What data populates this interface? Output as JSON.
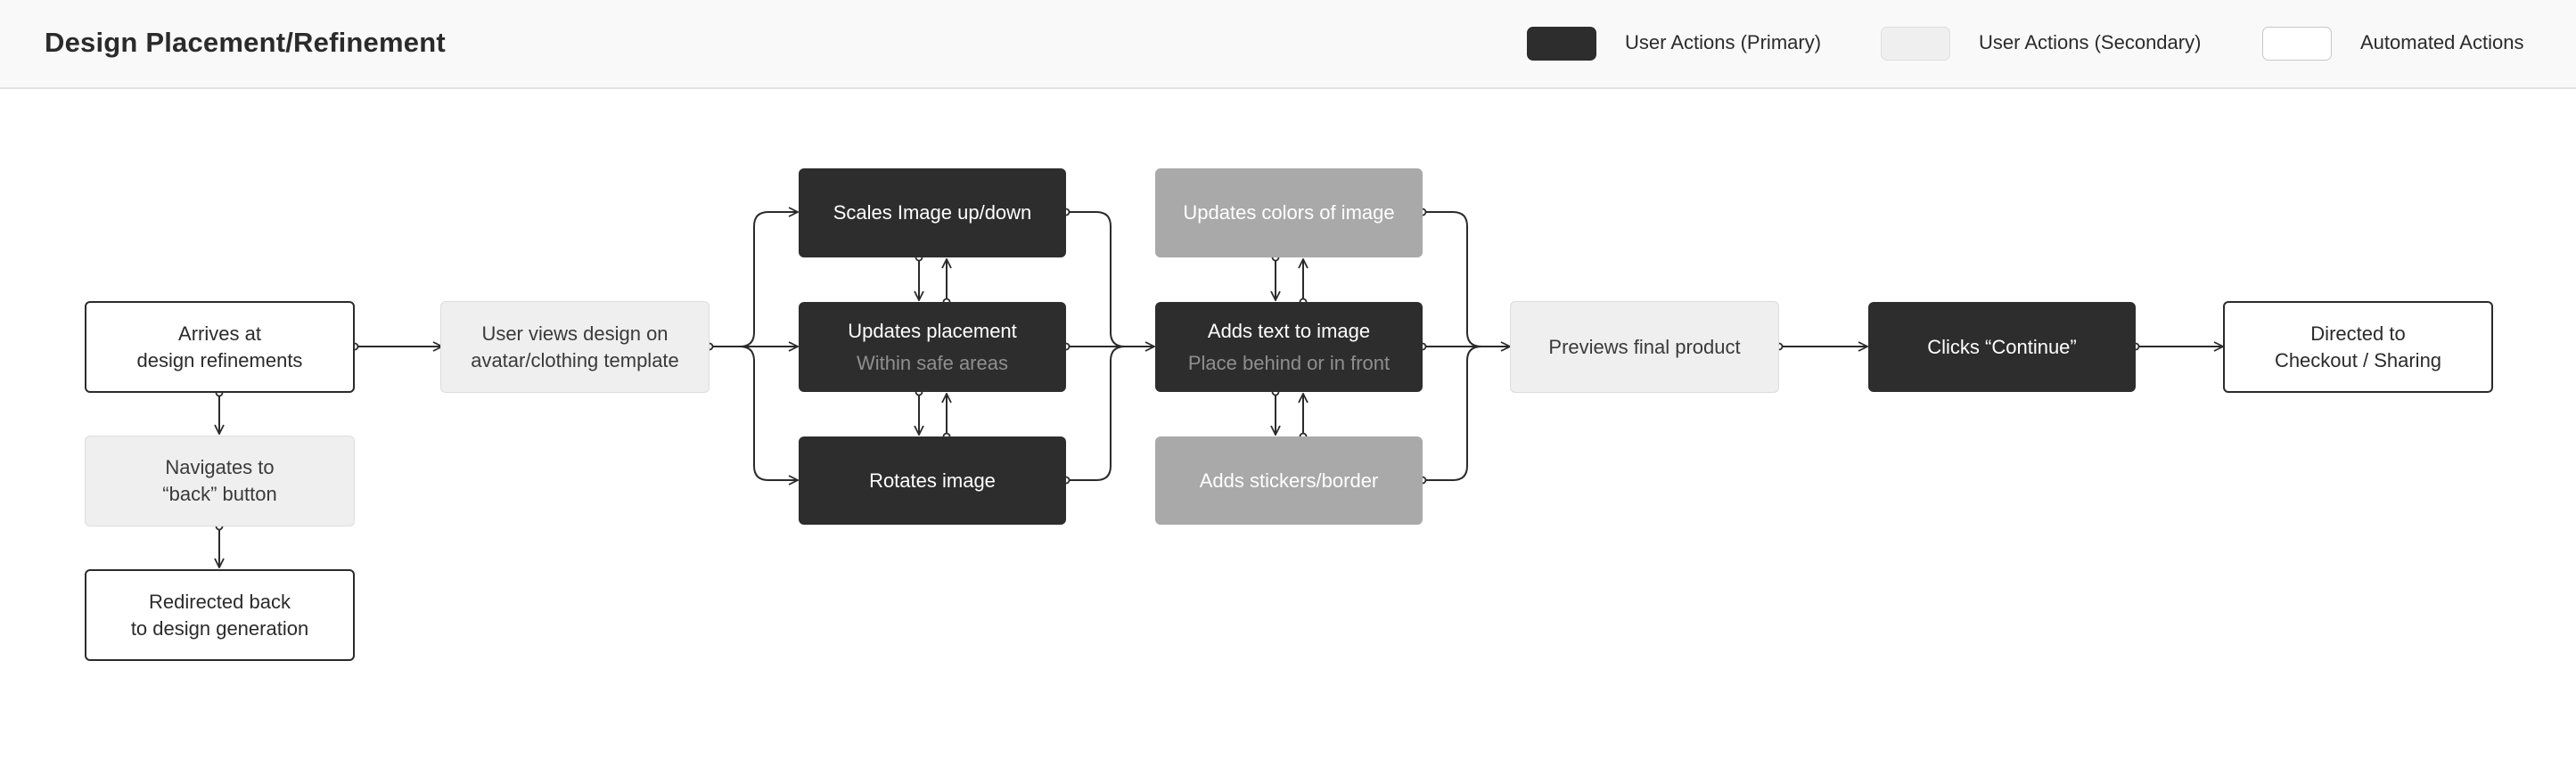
{
  "header": {
    "title": "Design Placement/Refinement",
    "legend": [
      {
        "label": "User Actions (Primary)",
        "color": "#2d2d2d"
      },
      {
        "label": "User Actions (Secondary)",
        "color": "#efefef"
      },
      {
        "label": "Automated Actions",
        "color": "#ffffff"
      }
    ]
  },
  "nodes": {
    "arrives": {
      "line1": "Arrives at",
      "line2": "design refinements"
    },
    "navigates_back": {
      "line1": "Navigates to",
      "line2": "“back” button"
    },
    "redirected_back": {
      "line1": "Redirected back",
      "line2": "to design generation"
    },
    "user_views": {
      "line1": "User views design on",
      "line2": "avatar/clothing template"
    },
    "scales": {
      "line1": "Scales Image up/down"
    },
    "updates_placement": {
      "line1": "Updates placement",
      "sub": "Within safe areas"
    },
    "rotates": {
      "line1": "Rotates image"
    },
    "updates_colors": {
      "line1": "Updates colors of image"
    },
    "adds_text": {
      "line1": "Adds text to image",
      "sub": "Place behind or in front"
    },
    "adds_stickers": {
      "line1": "Adds stickers/border"
    },
    "previews": {
      "line1": "Previews final product"
    },
    "clicks_continue": {
      "line1": "Clicks “Continue”"
    },
    "directed": {
      "line1": "Directed to",
      "line2": "Checkout / Sharing"
    }
  }
}
